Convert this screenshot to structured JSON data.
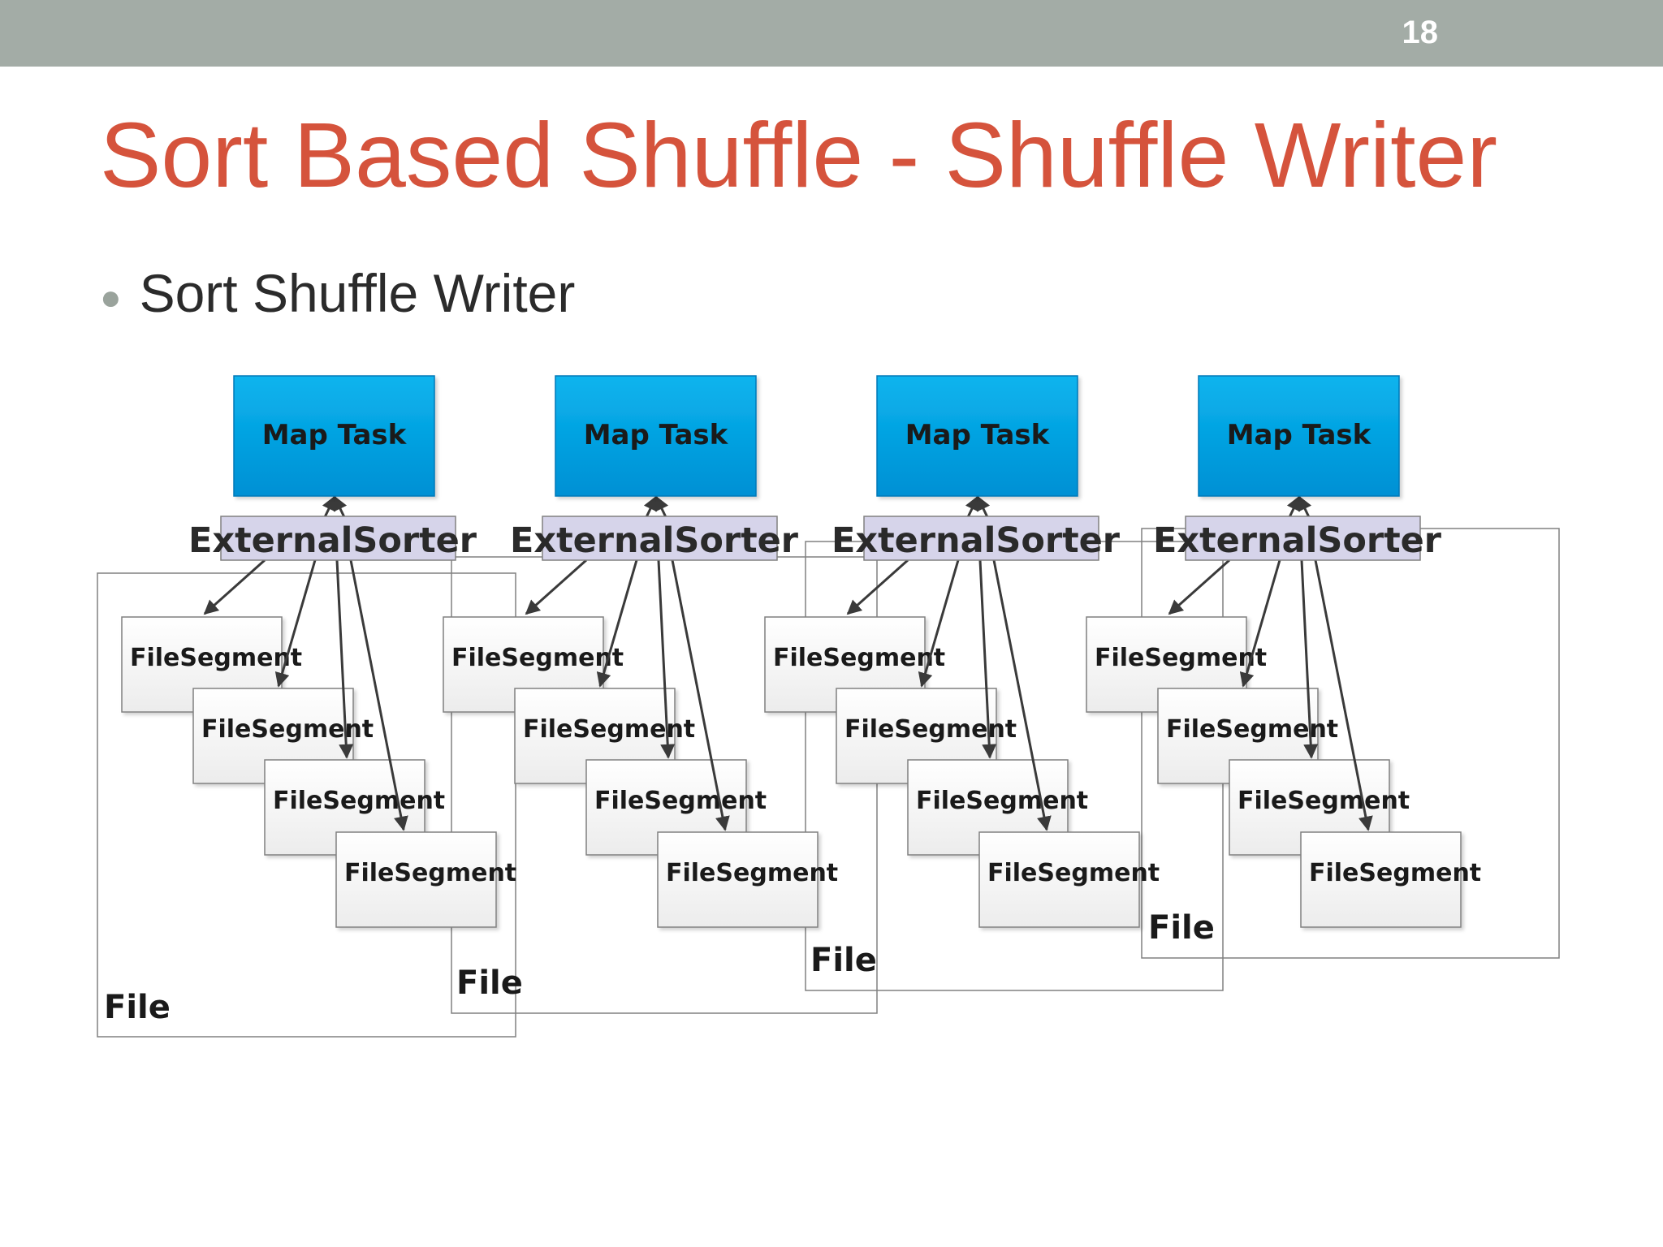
{
  "slide": {
    "page_number": "18",
    "title": "Sort Based Shuffle - Shuffle Writer",
    "bullet": "Sort Shuffle Writer"
  },
  "diagram": {
    "map_task_label": "Map Task",
    "sorter_label": "ExternalSorter",
    "segment_label": "FileSegment",
    "file_label": "File",
    "groups": 4,
    "segments_per_group": 4,
    "colors": {
      "map_task_fill_top": "#0ab4ee",
      "map_task_fill_bottom": "#0090d4",
      "sorter_fill": "#d6d4ea",
      "segment_fill": "#f8f8f8",
      "border": "#808080",
      "arrow": "#3a3a3a",
      "title": "#d5533c",
      "topbar": "#a3aca6"
    }
  }
}
